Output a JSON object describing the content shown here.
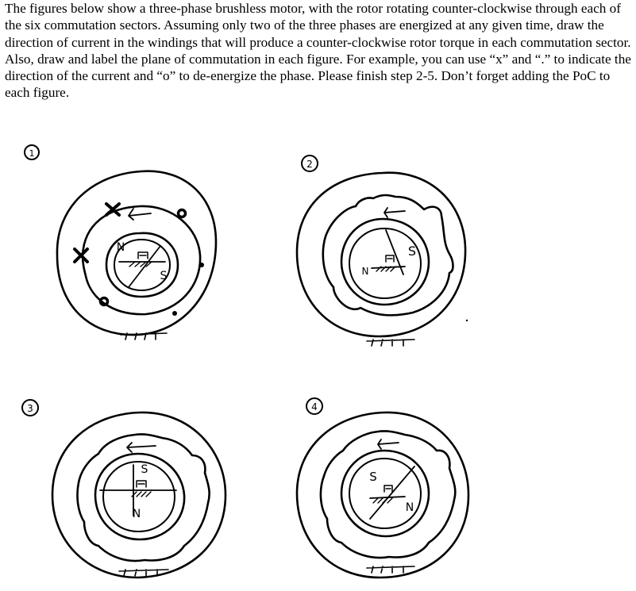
{
  "question": {
    "text": "The figures below show a three-phase brushless motor, with the rotor rotating counter-clockwise through each of the six commutation sectors. Assuming only two of the three phases are energized at any given time, draw the direction of current in the windings that will produce a counter-clockwise rotor torque in each commutation sector. Also, draw and label the plane of commutation in each figure. For example, you can use “x” and “.” to indicate the direction of the current and “o” to de-energize the phase. Please finish step 2-5. Don’t forget adding the PoC to each figure."
  },
  "figures": [
    {
      "number": "1",
      "pole_a": "N",
      "pole_b": "S"
    },
    {
      "number": "2",
      "pole_a": "N",
      "pole_b": "S"
    },
    {
      "number": "3",
      "pole_a": "S",
      "pole_b": "N"
    },
    {
      "number": "4",
      "pole_a": "S",
      "pole_b": "N"
    }
  ]
}
